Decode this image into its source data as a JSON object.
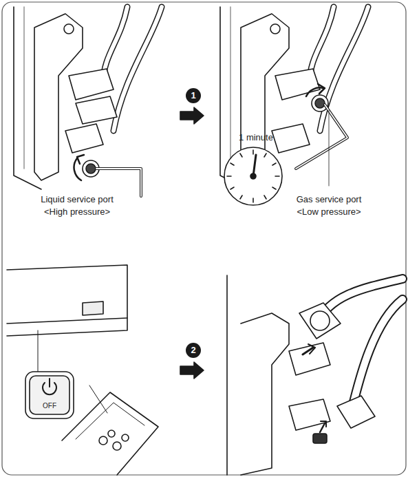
{
  "diagram": {
    "labels": [
      "Liquid service port",
      "<High pressure>",
      "1 minute",
      "Gas service port",
      "<Low pressure>",
      "OFF",
      "1",
      "2"
    ]
  }
}
